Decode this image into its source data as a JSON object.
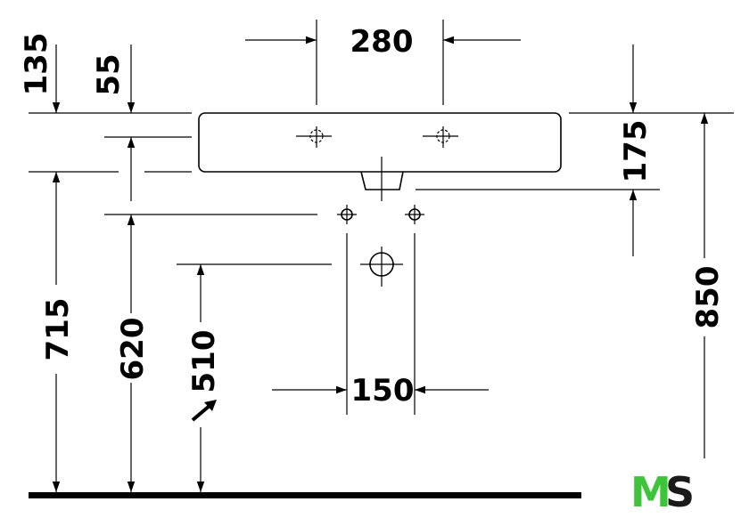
{
  "dimensions": {
    "d280": "280",
    "d135": "135",
    "d55": "55",
    "d175": "175",
    "d715": "715",
    "d620": "620",
    "d510": "510",
    "d150": "150",
    "d850": "850"
  },
  "logo": {
    "m": "M",
    "s": "S"
  },
  "colors": {
    "logo_green": "#3ec43a",
    "logo_dark": "#1a1a1a",
    "line": "#000000"
  }
}
